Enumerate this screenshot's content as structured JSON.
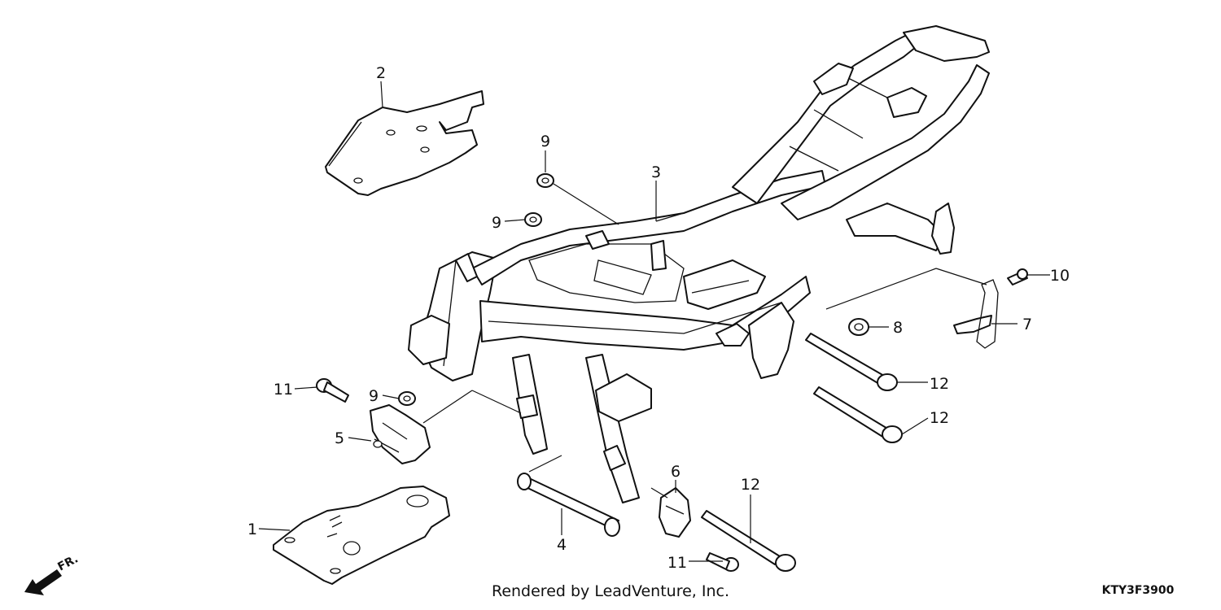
{
  "callouts": [
    "1",
    "2",
    "3",
    "4",
    "5",
    "6",
    "7",
    "8",
    "9",
    "10",
    "11",
    "12"
  ],
  "footer": {
    "credit": "Rendered by LeadVenture, Inc.",
    "code": "KTY3F3900"
  },
  "direction": {
    "label": "FR."
  }
}
